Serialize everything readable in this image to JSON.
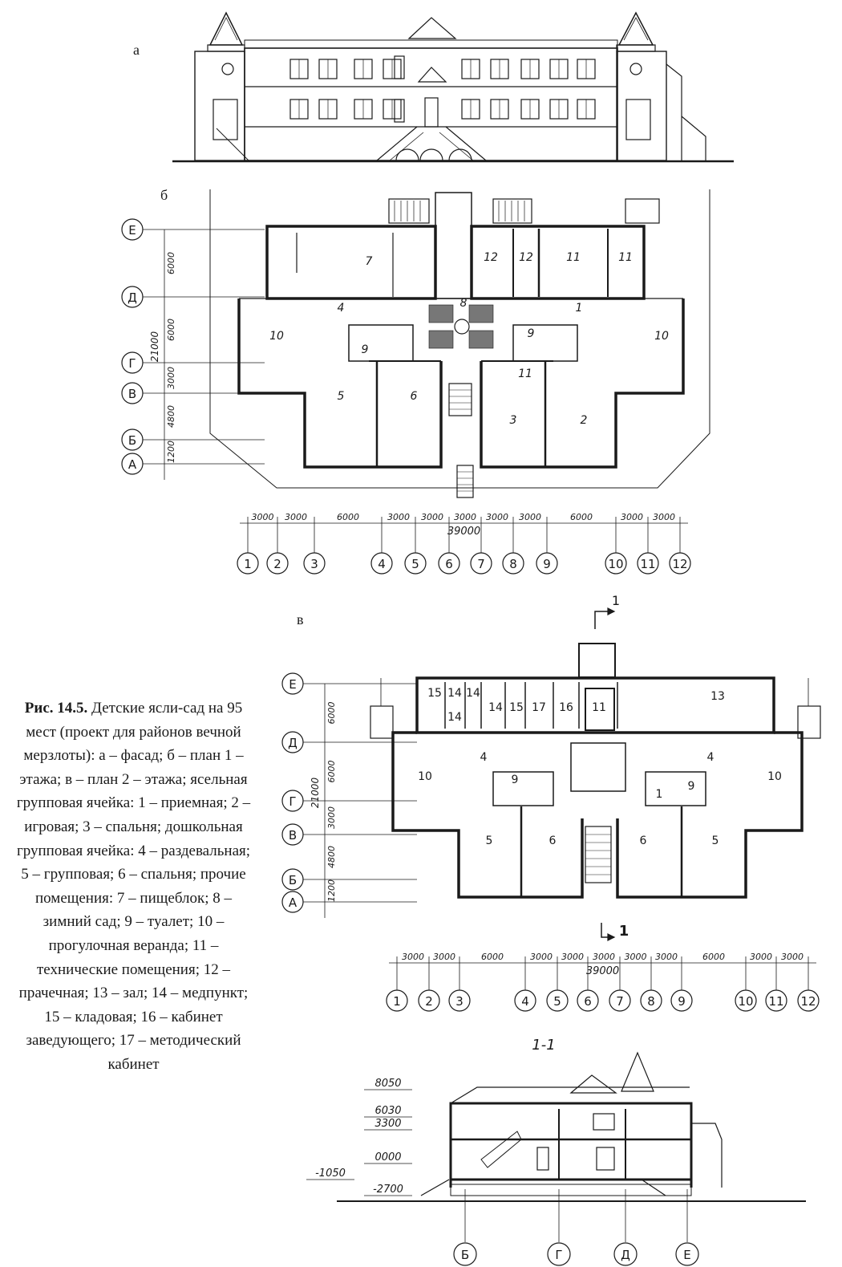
{
  "panel_labels": {
    "a": "а",
    "b": "б",
    "v": "в"
  },
  "caption": {
    "figure_number": "Рис. 14.5.",
    "text": "Детские ясли-сад на 95 мест (проект для районов вечной мерзлоты): а – фасад; б – план 1 – этажа; в – план 2 – этажа; ясельная групповая ячейка: 1 – приемная; 2 – игровая; 3 – спальня; дошкольная групповая ячейка: 4 – раздевальная; 5 – групповая; 6 – спальня; прочие помещения: 7 – пищеблок; 8 – зимний сад; 9 – туалет; 10 – прогулочная веранда; 11 – технические помещения; 12 – прачечная; 13 – зал; 14 – медпункт; 15 – кладовая; 16 – кабинет заведующего; 17 – методический кабинет"
  },
  "grid": {
    "rows": [
      "Е",
      "Д",
      "Г",
      "В",
      "Б",
      "А"
    ],
    "columns": [
      "1",
      "2",
      "3",
      "4",
      "5",
      "6",
      "7",
      "8",
      "9",
      "10",
      "11",
      "12"
    ],
    "row_dims": [
      "6000",
      "6000",
      "3000",
      "4800",
      "1200"
    ],
    "row_total": "21000",
    "col_dims": [
      "3000",
      "3000",
      "6000",
      "3000",
      "3000",
      "3000",
      "3000",
      "3000",
      "6000",
      "3000",
      "3000"
    ],
    "col_total": "39000"
  },
  "plan1_rooms": [
    "7",
    "12",
    "12",
    "11",
    "11",
    "8",
    "4",
    "1",
    "10",
    "10",
    "9",
    "9",
    "5",
    "6",
    "11",
    "3",
    "2"
  ],
  "plan2_rooms": [
    "15",
    "14",
    "14",
    "14",
    "14",
    "15",
    "17",
    "16",
    "11",
    "13",
    "4",
    "4",
    "10",
    "10",
    "9",
    "9",
    "5",
    "6",
    "6",
    "5",
    "1"
  ],
  "section": {
    "title": "1-1",
    "cut_mark": "1",
    "elevations": [
      "8050",
      "6030",
      "3300",
      "0000",
      "-1050",
      "-2700"
    ],
    "axes": [
      "Б",
      "Г",
      "Д",
      "Е"
    ]
  }
}
